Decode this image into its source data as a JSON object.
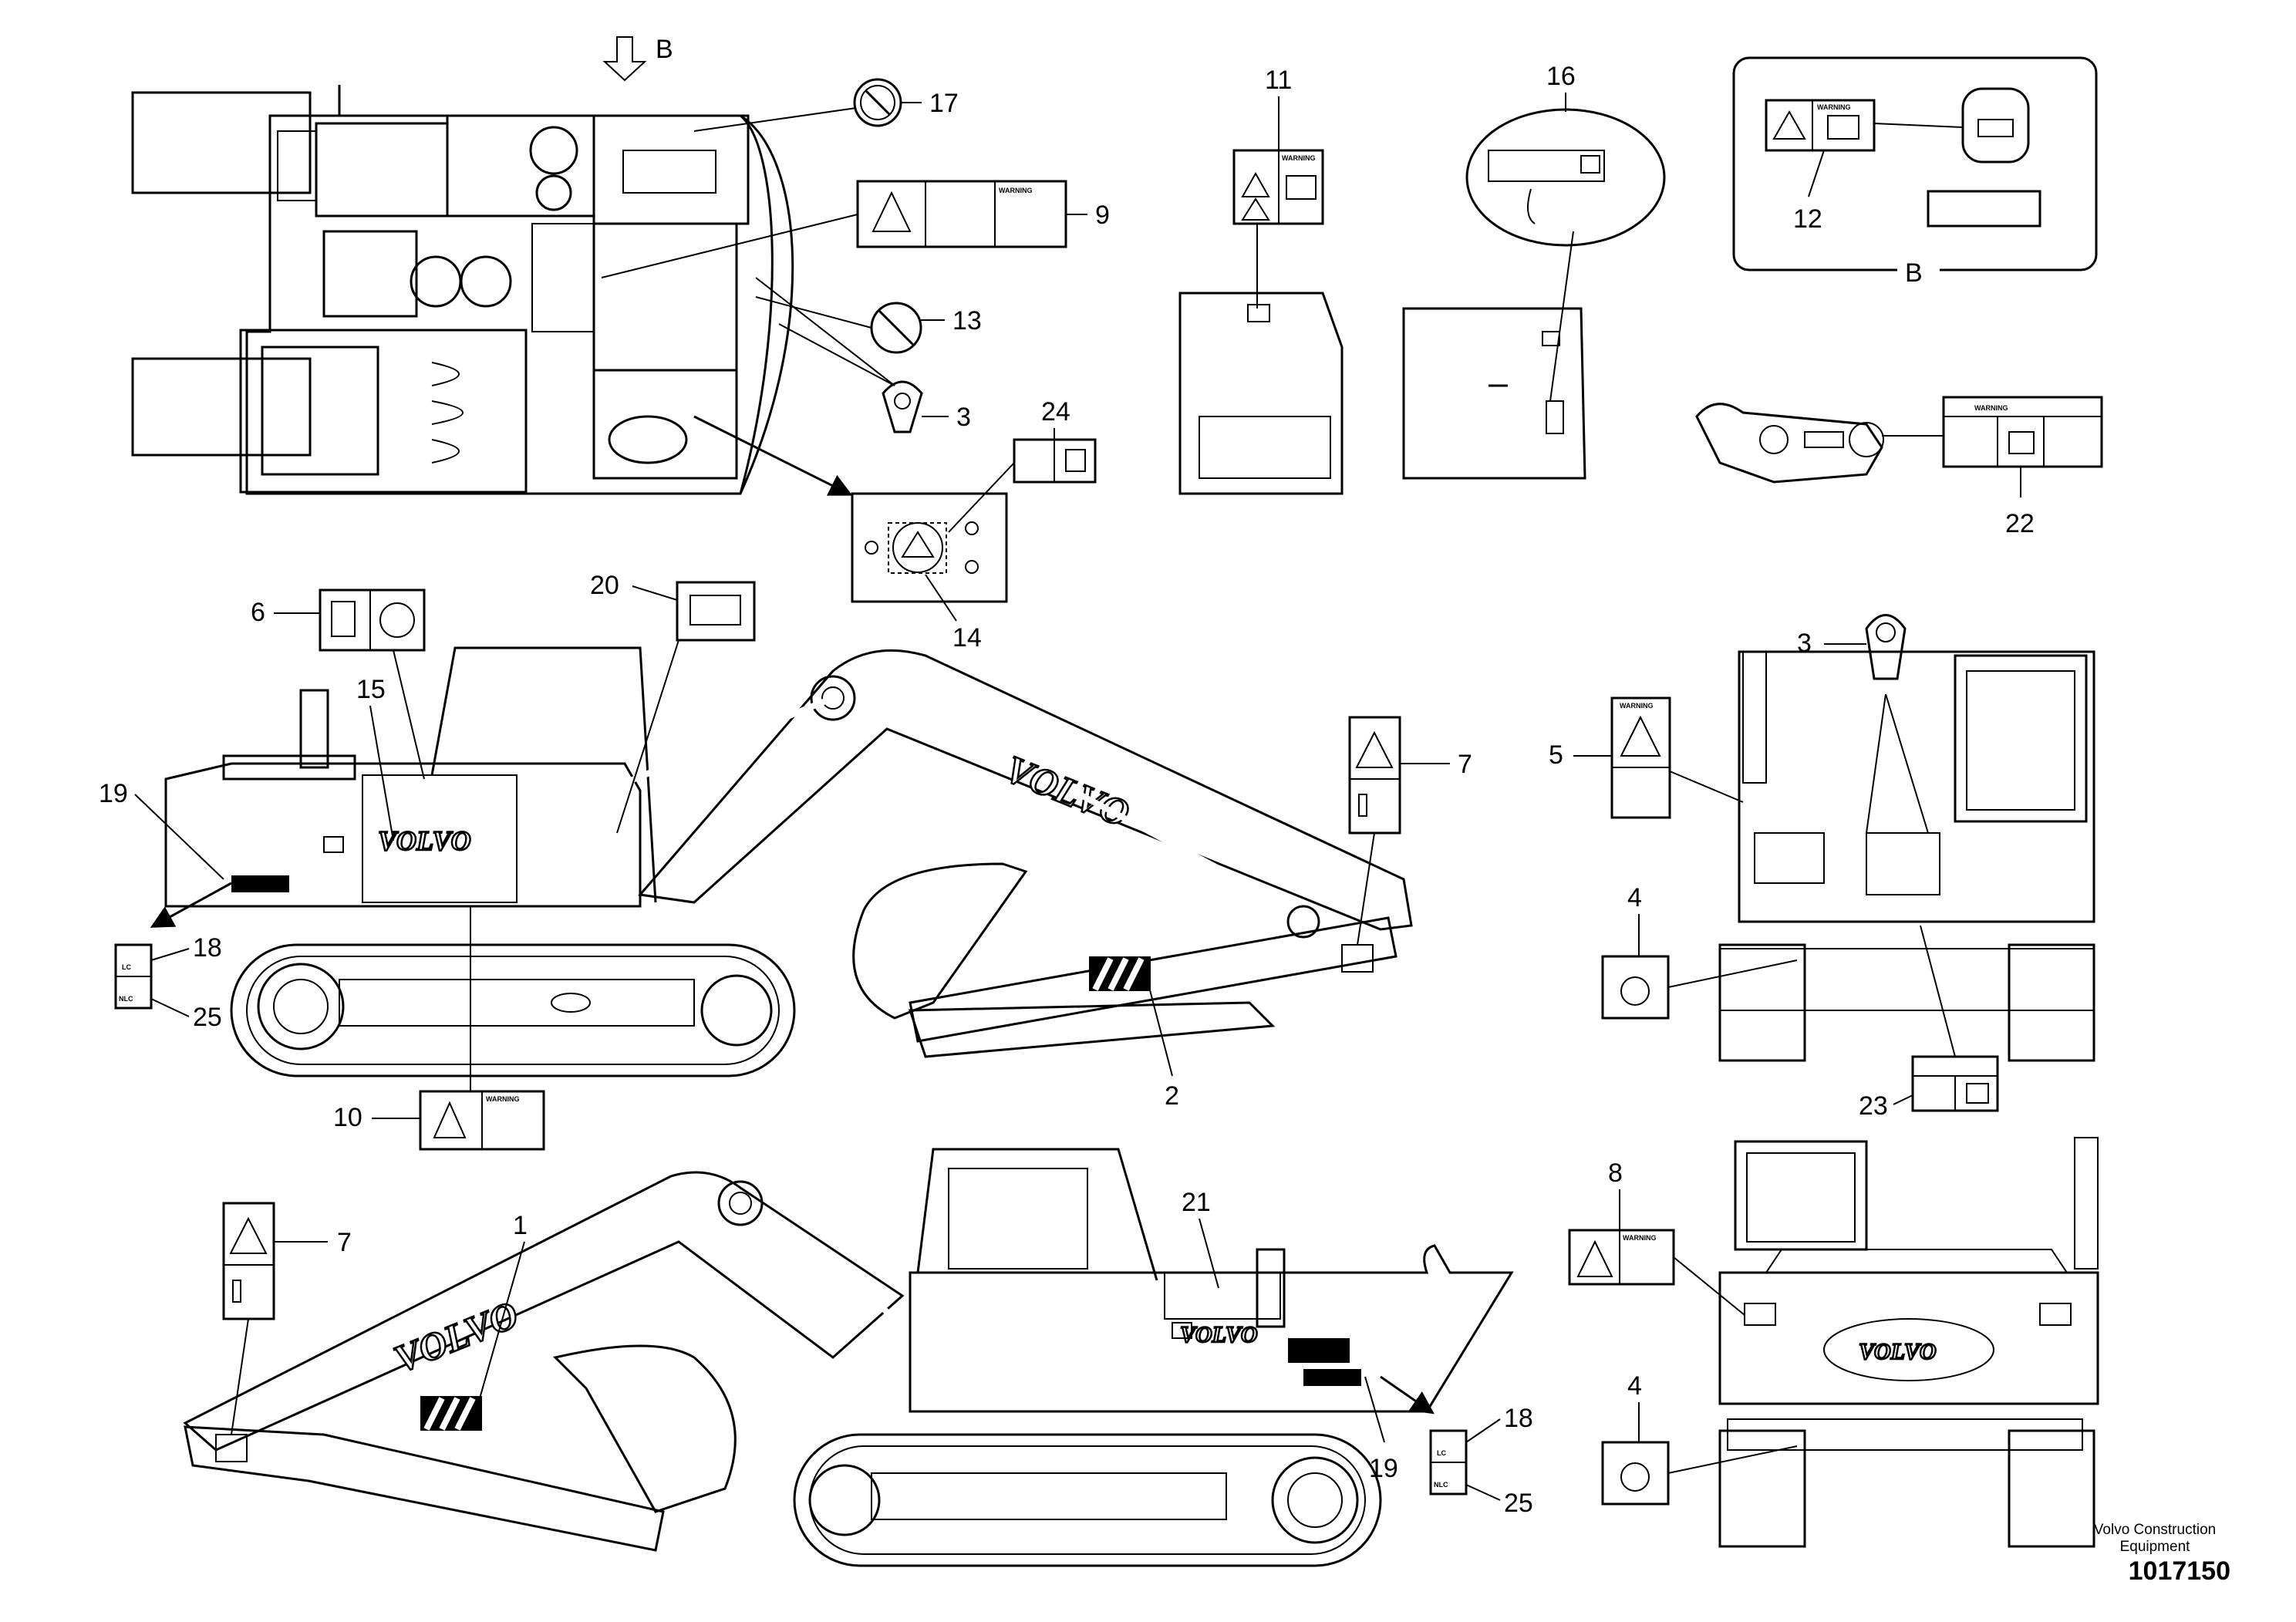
{
  "view_marker": "B",
  "callouts": {
    "c1": "1",
    "c2": "2",
    "c3a": "3",
    "c3b": "3",
    "c4a": "4",
    "c4b": "4",
    "c5": "5",
    "c6": "6",
    "c7a": "7",
    "c7b": "7",
    "c8": "8",
    "c9": "9",
    "c10": "10",
    "c11": "11",
    "c12": "12",
    "c13": "13",
    "c14": "14",
    "c15": "15",
    "c16": "16",
    "c17": "17",
    "c18a": "18",
    "c18b": "18",
    "c19a": "19",
    "c19b": "19",
    "c20": "20",
    "c21": "21",
    "c22": "22",
    "c23": "23",
    "c24": "24",
    "c25a": "25",
    "c25b": "25"
  },
  "decal_text": {
    "warning": "WARNING",
    "brand": "VOLVO",
    "lc": "LC",
    "nlc": "NLC"
  },
  "footer": {
    "company": "Volvo Construction Equipment",
    "doc_number": "1017150"
  }
}
